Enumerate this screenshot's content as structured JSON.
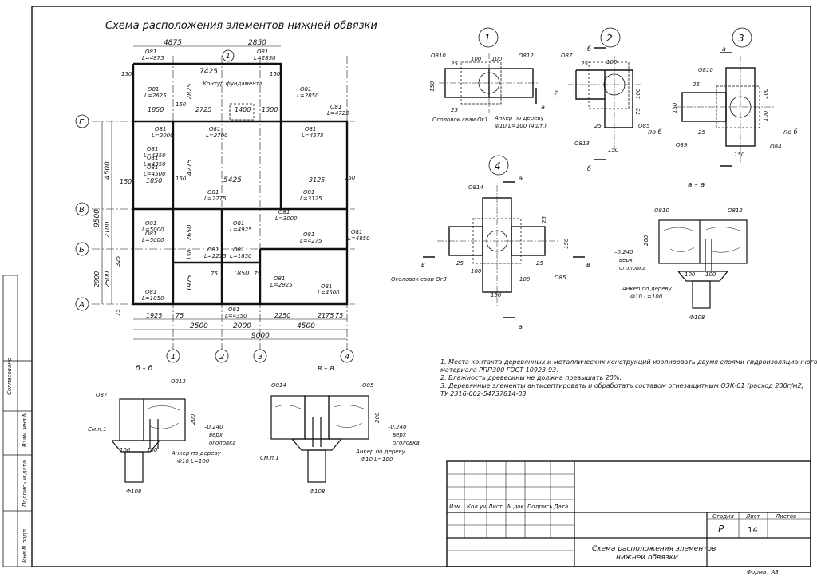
{
  "sheet_title": "Схема расположения элементов нижней обвязки",
  "plan": {
    "axes_letters": [
      "Г",
      "В",
      "Б",
      "А"
    ],
    "axes_numbers": [
      "1",
      "2",
      "3",
      "4"
    ],
    "axis_top_mark": "1",
    "dims_top": [
      "4875",
      "2850"
    ],
    "dims_bottom_row1": [
      "1925",
      "75",
      "2250",
      "2175",
      "75"
    ],
    "dims_bottom_row2": [
      "2500",
      "2000",
      "4500"
    ],
    "dim_total": "9000",
    "dims_left": [
      "4500",
      "2100",
      "2900",
      "2500",
      "325",
      "75",
      "150"
    ],
    "dim_left_total": "9500",
    "dims_inner": [
      "7425",
      "150",
      "150",
      "2825",
      "1850",
      "150",
      "2725",
      "1400",
      "1300",
      "4275",
      "5425",
      "3125",
      "150",
      "1850",
      "2650",
      "1975",
      "75",
      "1850",
      "150",
      "75",
      "150"
    ],
    "foundation_label": "Контур фундамента",
    "beam_labels": [
      {
        "name": "О81",
        "len": "L=4875"
      },
      {
        "name": "О81",
        "len": "L=2850"
      },
      {
        "name": "О81",
        "len": "L=2625"
      },
      {
        "name": "О81",
        "len": "L=2850"
      },
      {
        "name": "О81",
        "len": "L=4725"
      },
      {
        "name": "О81",
        "len": "L=2000"
      },
      {
        "name": "О81",
        "len": "L=2700"
      },
      {
        "name": "О81",
        "len": "L=4575"
      },
      {
        "name": "О81",
        "len": "L=4350"
      },
      {
        "name": "О81",
        "len": "L=4350"
      },
      {
        "name": "О81",
        "len": "L=4500"
      },
      {
        "name": "О81",
        "len": "L=2275"
      },
      {
        "name": "О81",
        "len": "L=3125"
      },
      {
        "name": "О81",
        "len": "L=5000"
      },
      {
        "name": "О81",
        "len": "L=5000"
      },
      {
        "name": "О81",
        "len": "L=3000"
      },
      {
        "name": "О81",
        "len": "L=4925"
      },
      {
        "name": "О81",
        "len": "L=4275"
      },
      {
        "name": "О81",
        "len": "L=4850"
      },
      {
        "name": "О81",
        "len": "L=2275"
      },
      {
        "name": "О81",
        "len": "L=1850"
      },
      {
        "name": "О81",
        "len": "L=2925"
      },
      {
        "name": "О81",
        "len": "L=1850"
      },
      {
        "name": "О81",
        "len": "L=4350"
      },
      {
        "name": "О81",
        "len": "L=4500"
      }
    ]
  },
  "node1": {
    "num": "1",
    "labels": [
      "О810",
      "О812",
      "100",
      "100",
      "25",
      "25",
      "150",
      "а",
      "Оголовок сваи Ог1",
      "Анкер по дереву",
      "Ф10 L=100 (4шт.)"
    ]
  },
  "node2": {
    "num": "2",
    "labels": [
      "б",
      "О87",
      "100",
      "25",
      "100",
      "75",
      "25",
      "150",
      "О813",
      "150",
      "б",
      "О85"
    ]
  },
  "node3": {
    "num": "3",
    "labels": [
      "а",
      "О810",
      "25",
      "150",
      "100",
      "100",
      "25",
      "150",
      "О89",
      "О84",
      "по б",
      "по б",
      "а – а"
    ]
  },
  "node4": {
    "num": "4",
    "labels": [
      "О814",
      "а",
      "25",
      "150",
      "в",
      "в",
      "100",
      "25",
      "100",
      "25",
      "150",
      "О85",
      "Оголовок сваи Ог3",
      "а"
    ]
  },
  "section_aa": {
    "labels": [
      "О810",
      "О812",
      "200",
      "–0.240",
      "верх",
      "оголовка",
      "100",
      "100",
      "Анкер по дереву",
      "Ф10 L=100",
      "Ф108"
    ]
  },
  "section_bb": {
    "title": "б – б",
    "labels": [
      "О87",
      "О813",
      "200",
      "–0.240",
      "верх",
      "оголовка",
      "См.п.1",
      "100",
      "150",
      "Анкер по дереву",
      "Ф10 L=100",
      "Ф108"
    ]
  },
  "section_vv": {
    "title": "в – в",
    "labels": [
      "О814",
      "О85",
      "200",
      "–0.240",
      "верх",
      "оголовка",
      "См.п.1",
      "Анкер по дереву",
      "Ф10 L=100",
      "Ф108"
    ]
  },
  "notes": [
    "1. Места контакта деревянных и металлических конструкций изолировать двумя слоями гидроизоляционного",
    "материала РПП300 ГОСТ 10923-93.",
    "2. Влажность древесины не должна превышать 20%.",
    "3. Деревянные элементы антисептировать и обработать составом огнезащитным ОЗК-01 (расход 200г/м2)",
    "ТУ 2316-002-54737814-03."
  ],
  "stamp": {
    "cols": [
      "Изм.",
      "Кол.уч",
      "Лист",
      "N док.",
      "Подпись",
      "Дата"
    ],
    "stage_h": "Стадия",
    "sheet_h": "Лист",
    "sheets_h": "Листов",
    "stage": "Р",
    "sheet": "14",
    "name_line1": "Схема расположения элементов",
    "name_line2": "нижней обвязки"
  },
  "side_stamp": [
    "Согласовано",
    "Взам. инв.N",
    "Подпись и дата",
    "Инв.N подл."
  ],
  "format": "Формат А3"
}
